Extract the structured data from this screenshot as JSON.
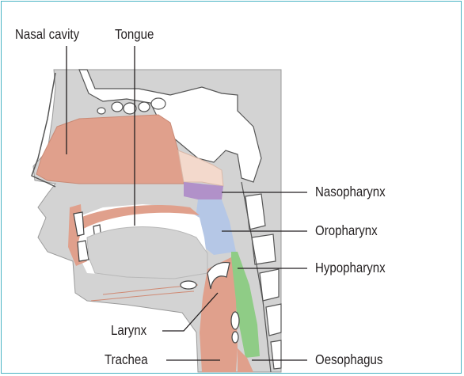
{
  "labels": {
    "nasal_cavity": "Nasal cavity",
    "tongue": "Tongue",
    "nasopharynx": "Nasopharynx",
    "oropharynx": "Oropharynx",
    "hypopharynx": "Hypopharynx",
    "larynx": "Larynx",
    "trachea": "Trachea",
    "oesophagus": "Oesophagus"
  },
  "colors": {
    "frame_border": "#48b3c4",
    "tissue": "#e0a08c",
    "bone": "#d3d3d3",
    "nasopharynx": "#b191c9",
    "oropharynx": "#b5c7e6",
    "hypopharynx": "#8fcc86",
    "outline": "#3a3a3a"
  }
}
